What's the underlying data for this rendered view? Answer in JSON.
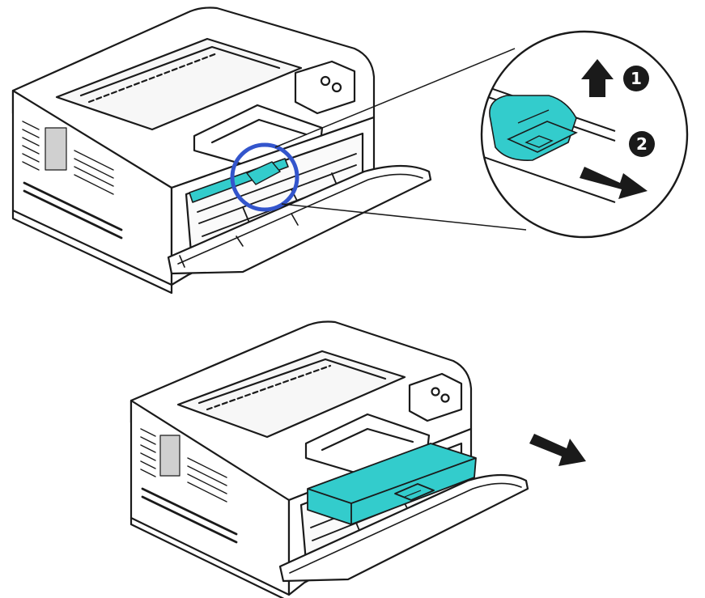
{
  "steps": [
    {
      "number": "1",
      "action": "lift-up"
    },
    {
      "number": "2",
      "action": "pull-out"
    }
  ],
  "colors": {
    "line": "#1a1a1a",
    "highlight": "#33cccc",
    "callout_ring": "#3355cc",
    "background": "#ffffff"
  },
  "icons": [
    "arrow-up-icon",
    "arrow-down-right-icon",
    "magnifier-callout-icon"
  ]
}
